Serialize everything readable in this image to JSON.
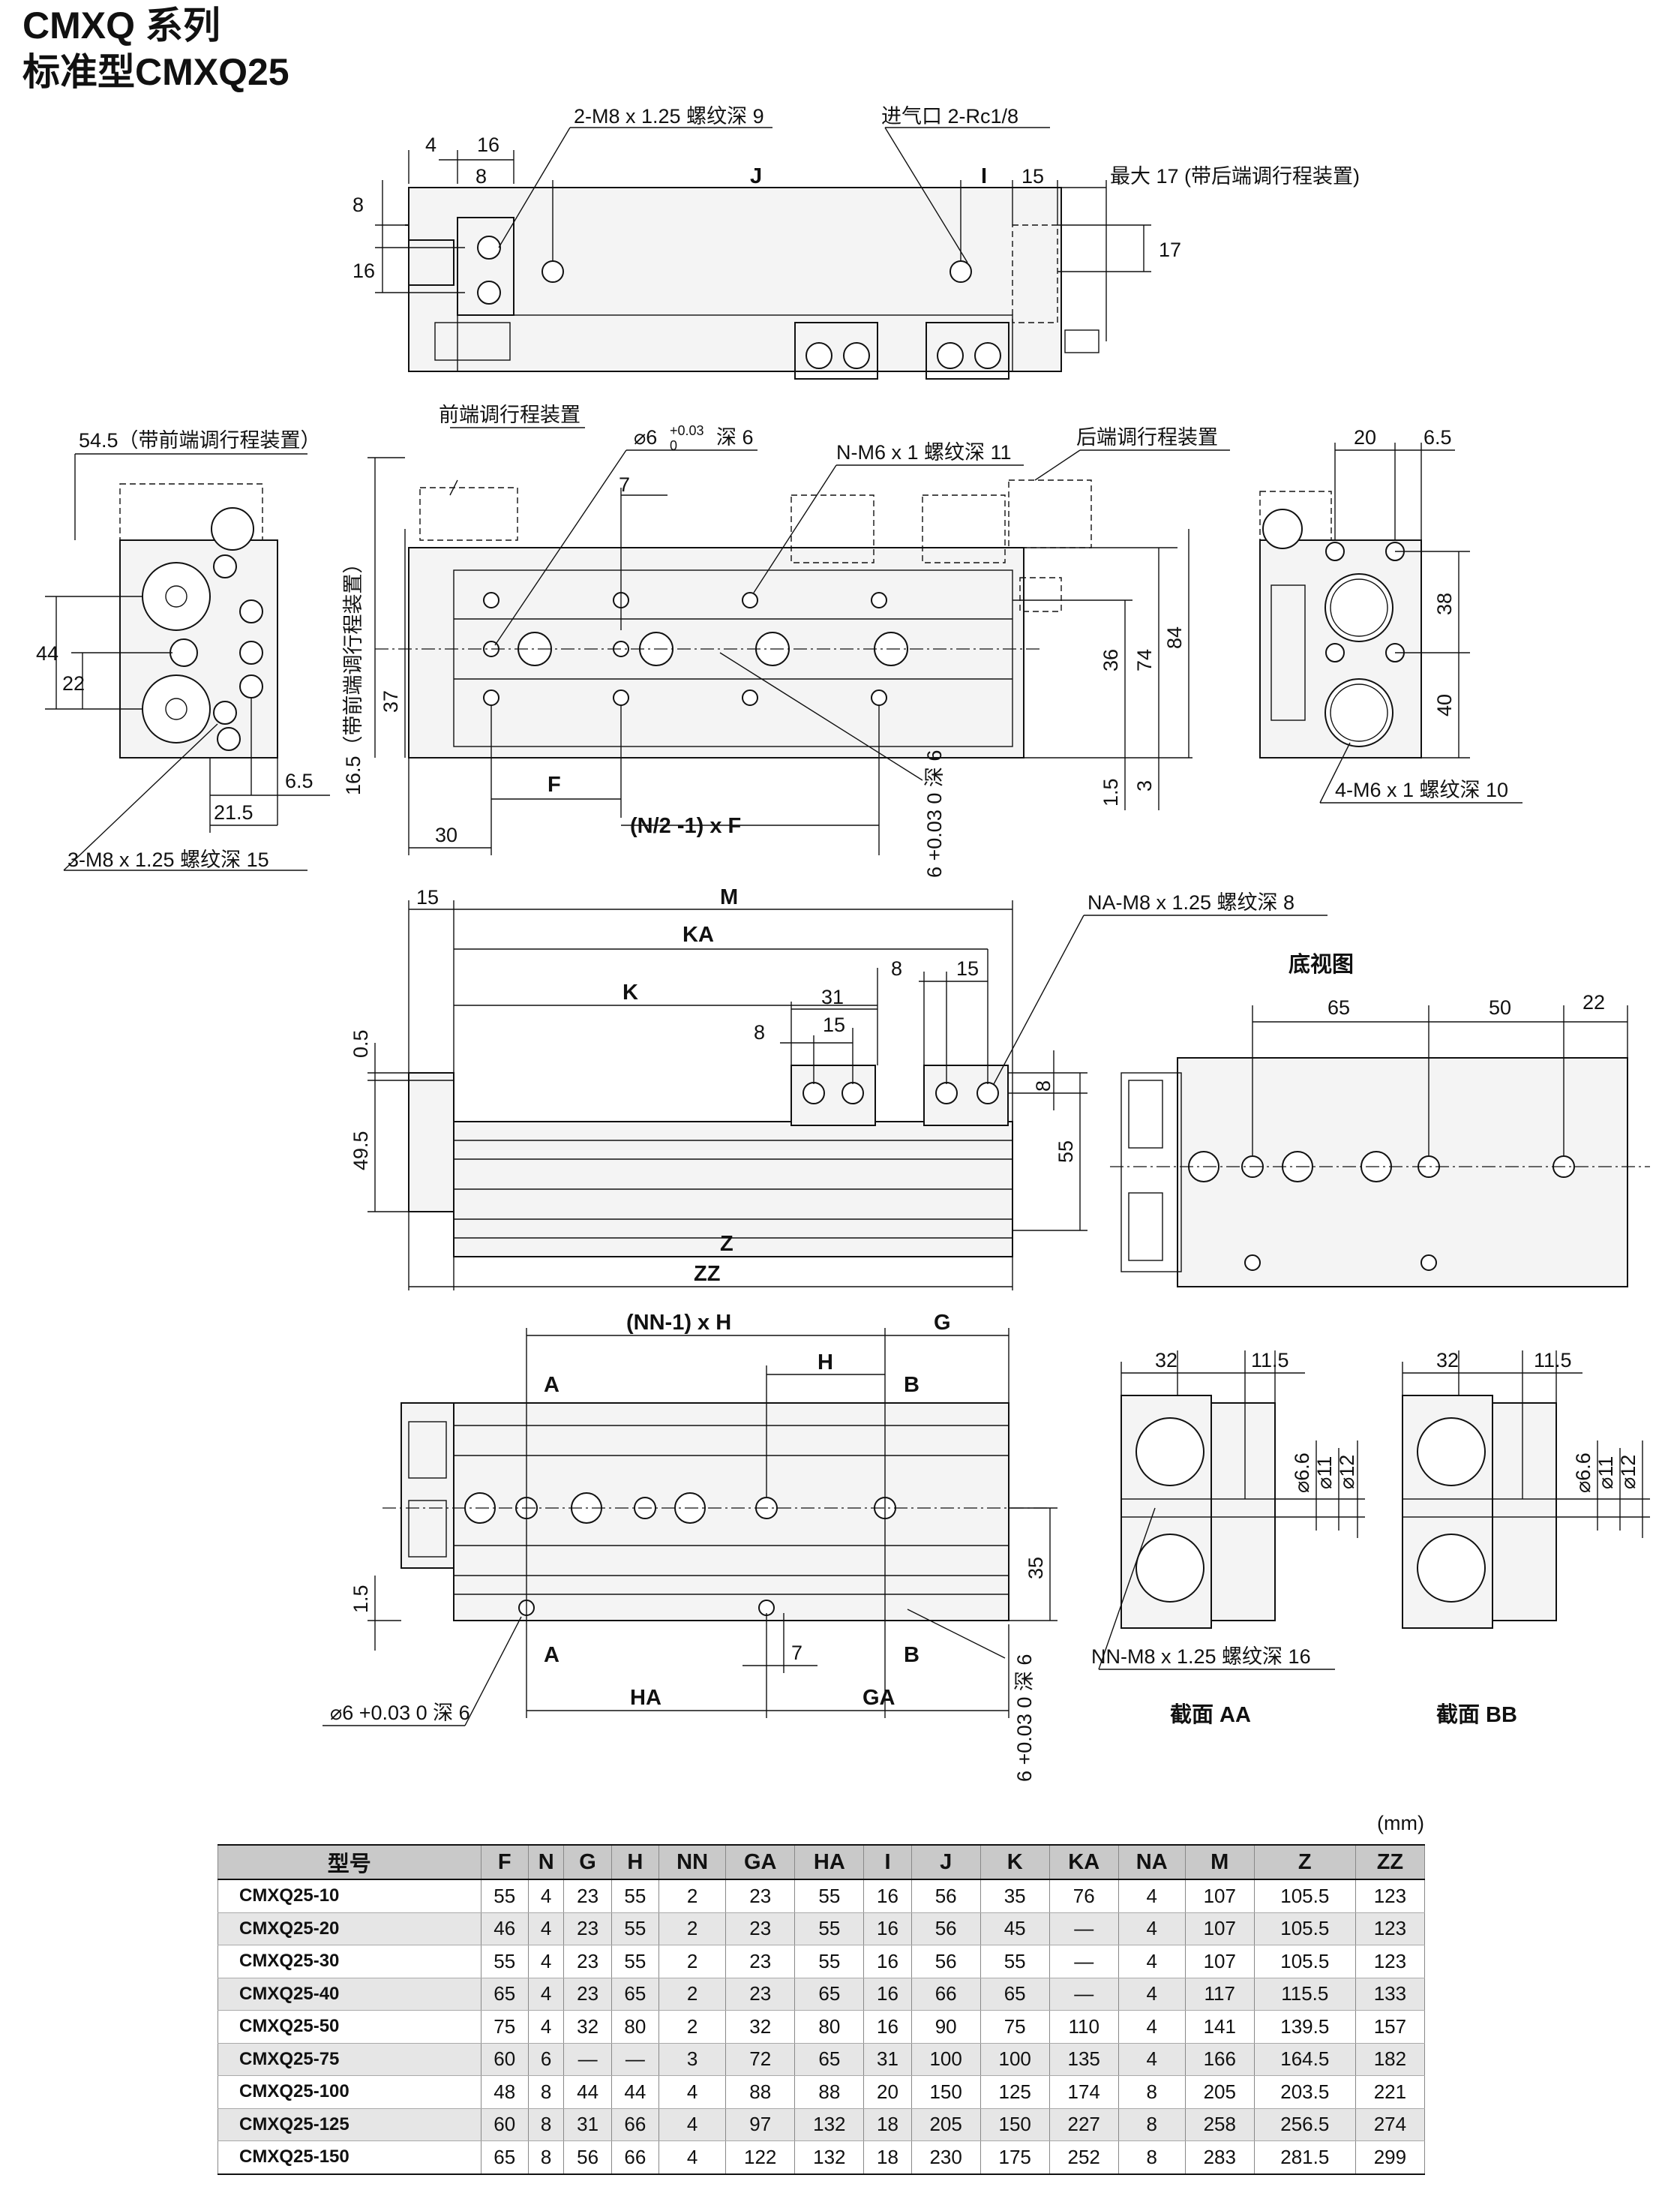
{
  "header": {
    "series": "CMXQ 系列",
    "model": "标准型CMXQ25"
  },
  "views": {
    "top": {
      "m8_tap": "2-M8 x 1.25 螺纹深 9",
      "port": "进气口 2-Rc1/8",
      "max_note": "最大 17 (带后端调行程装置)",
      "d4": "4",
      "d16": "16",
      "d8": "8",
      "J": "J",
      "I": "I",
      "d15": "15",
      "v8": "8",
      "v16": "16",
      "v17": "17"
    },
    "side_left": {
      "note": "54.5（带前端调行程装置）",
      "tap": "3-M8 x 1.25 螺纹深 15",
      "d44": "44",
      "d22": "22",
      "d6_5": "6.5",
      "d21_5": "21.5"
    },
    "front": {
      "front_adj": "前端调行程装置",
      "rear_adj": "后端调行程装置",
      "pin": "⌀6",
      "pin_tol": "+0.03",
      "pin_tol0": "0",
      "pin_depth": "深 6",
      "n_tap": "N-M6 x 1 螺纹深 11",
      "vert_note": "16.5（带前端调行程装置）",
      "d7": "7",
      "d37": "37",
      "F": "F",
      "NF": "(N/2 -1) x F",
      "d30": "30",
      "d36": "36",
      "d74": "74",
      "d84": "84",
      "d1_5": "1.5",
      "d3": "3",
      "pin_side": "6 +0.03 0 深 6"
    },
    "side_right": {
      "d20": "20",
      "d6_5": "6.5",
      "d38": "38",
      "d40": "40",
      "tap": "4-M6 x 1 螺纹深 10"
    },
    "middle": {
      "d15": "15",
      "M": "M",
      "KA": "KA",
      "K": "K",
      "d8": "8",
      "d15b": "15",
      "d31": "31",
      "d8b": "8",
      "d15c": "15",
      "na_tap": "NA-M8 x 1.25 螺纹深 8",
      "d0_5": "0.5",
      "d49_5": "49.5",
      "d8v": "8",
      "d55": "55",
      "Z": "Z",
      "ZZ": "ZZ"
    },
    "bottom_view": {
      "title": "底视图",
      "d65": "65",
      "d50": "50",
      "d22": "22"
    },
    "lower": {
      "NNH": "(NN-1) x H",
      "G": "G",
      "H": "H",
      "A": "A",
      "B": "B",
      "d35": "35",
      "d1_5": "1.5",
      "HA": "HA",
      "GA": "GA",
      "d7": "7",
      "pin": "⌀6 +0.03 0 深 6",
      "pin_side": "6 +0.03 0 深 6"
    },
    "sections": {
      "aa": "截面 AA",
      "bb": "截面 BB",
      "d32": "32",
      "d11_5": "11.5",
      "d6_6": "⌀6.6",
      "d11": "⌀11",
      "d12": "⌀12",
      "nn_tap": "NN-M8 x 1.25 螺纹深 16"
    }
  },
  "table": {
    "unit": "(mm)",
    "headers": [
      "型号",
      "F",
      "N",
      "G",
      "H",
      "NN",
      "GA",
      "HA",
      "I",
      "J",
      "K",
      "KA",
      "NA",
      "M",
      "Z",
      "ZZ"
    ],
    "rows": [
      [
        "CMXQ25-10",
        "55",
        "4",
        "23",
        "55",
        "2",
        "23",
        "55",
        "16",
        "56",
        "35",
        "76",
        "4",
        "107",
        "105.5",
        "123"
      ],
      [
        "CMXQ25-20",
        "46",
        "4",
        "23",
        "55",
        "2",
        "23",
        "55",
        "16",
        "56",
        "45",
        "—",
        "4",
        "107",
        "105.5",
        "123"
      ],
      [
        "CMXQ25-30",
        "55",
        "4",
        "23",
        "55",
        "2",
        "23",
        "55",
        "16",
        "56",
        "55",
        "—",
        "4",
        "107",
        "105.5",
        "123"
      ],
      [
        "CMXQ25-40",
        "65",
        "4",
        "23",
        "65",
        "2",
        "23",
        "65",
        "16",
        "66",
        "65",
        "—",
        "4",
        "117",
        "115.5",
        "133"
      ],
      [
        "CMXQ25-50",
        "75",
        "4",
        "32",
        "80",
        "2",
        "32",
        "80",
        "16",
        "90",
        "75",
        "110",
        "4",
        "141",
        "139.5",
        "157"
      ],
      [
        "CMXQ25-75",
        "60",
        "6",
        "—",
        "—",
        "3",
        "72",
        "65",
        "31",
        "100",
        "100",
        "135",
        "4",
        "166",
        "164.5",
        "182"
      ],
      [
        "CMXQ25-100",
        "48",
        "8",
        "44",
        "44",
        "4",
        "88",
        "88",
        "20",
        "150",
        "125",
        "174",
        "8",
        "205",
        "203.5",
        "221"
      ],
      [
        "CMXQ25-125",
        "60",
        "8",
        "31",
        "66",
        "4",
        "97",
        "132",
        "18",
        "205",
        "150",
        "227",
        "8",
        "258",
        "256.5",
        "274"
      ],
      [
        "CMXQ25-150",
        "65",
        "8",
        "56",
        "66",
        "4",
        "122",
        "132",
        "18",
        "230",
        "175",
        "252",
        "8",
        "283",
        "281.5",
        "299"
      ]
    ]
  }
}
